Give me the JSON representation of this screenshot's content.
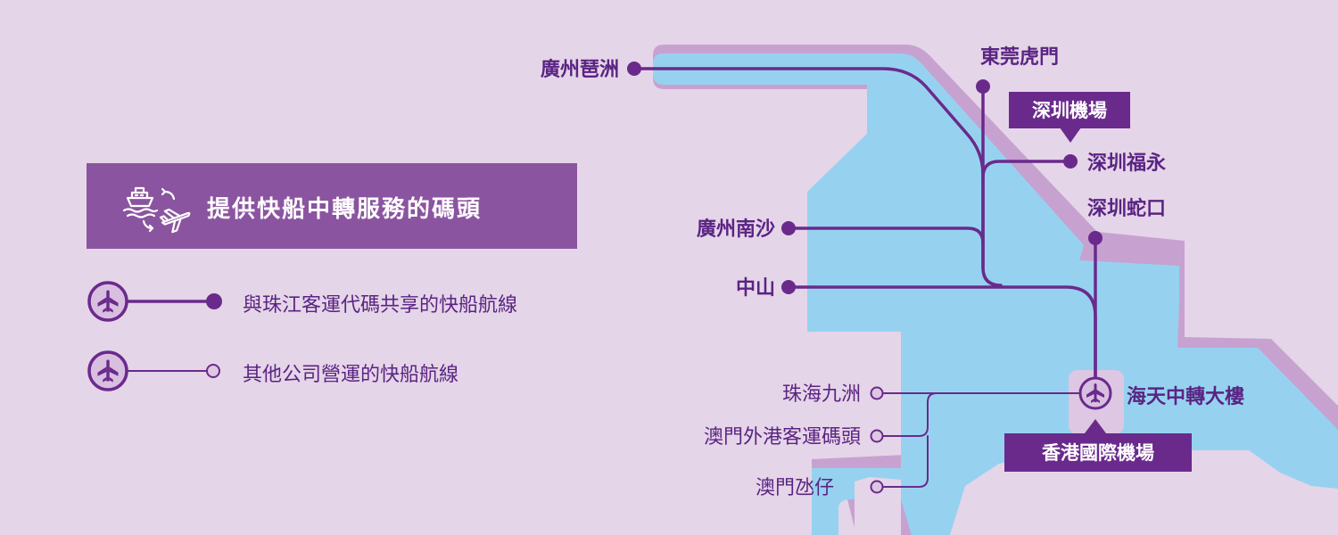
{
  "legend": {
    "title": "提供快船中轉服務的碼頭",
    "items": [
      {
        "label": "與珠江客運代碼共享的快船航線",
        "style": "shared"
      },
      {
        "label": "其他公司營運的快船航線",
        "style": "other"
      }
    ]
  },
  "ports": {
    "guangzhou_pazhou": "廣州琶洲",
    "dongguan_humen": "東莞虎門",
    "shenzhen_fuyong": "深圳福永",
    "shenzhen_shekou": "深圳蛇口",
    "guangzhou_nansha": "廣州南沙",
    "zhongshan": "中山",
    "zhuhai_jiuzhou": "珠海九洲",
    "macau_outer_harbour": "澳門外港客運碼頭",
    "macau_taipa": "澳門氹仔",
    "skypier": "海天中轉大樓"
  },
  "callouts": {
    "shenzhen_airport": "深圳機場",
    "hk_airport": "香港國際機場"
  },
  "colors": {
    "background": "#e5d5e8",
    "water": "#96d2f0",
    "shore_shadow": "#c7a2d0",
    "route": "#6a2a8c",
    "label_dark": "#5a2483",
    "callout_box": "#6a2a8c",
    "legend_box": "#8b54a0",
    "terminal_light": "#ddc7e2",
    "icon_fill": "#d8bfe0"
  },
  "icons": {
    "legend_title": "ferry-plane-transfer-icon",
    "hub": "airplane-icon"
  }
}
